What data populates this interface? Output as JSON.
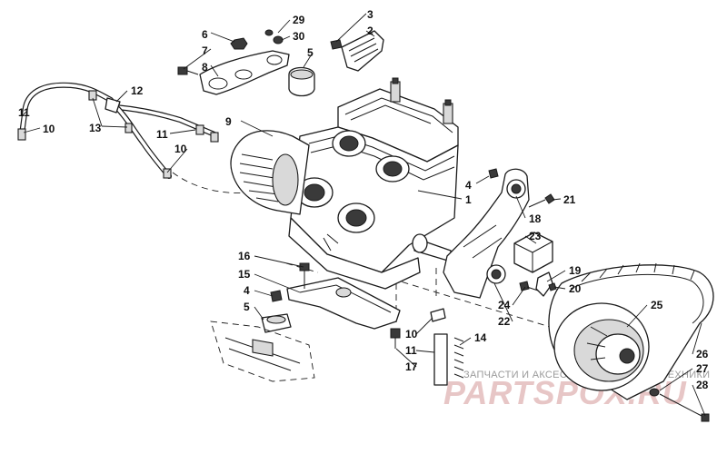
{
  "callouts": [
    {
      "id": "29",
      "label": "29"
    },
    {
      "id": "3",
      "label": "3"
    },
    {
      "id": "6",
      "label": "6"
    },
    {
      "id": "30",
      "label": "30"
    },
    {
      "id": "2",
      "label": "2"
    },
    {
      "id": "7",
      "label": "7"
    },
    {
      "id": "5a",
      "label": "5"
    },
    {
      "id": "8",
      "label": "8"
    },
    {
      "id": "12",
      "label": "12"
    },
    {
      "id": "11a",
      "label": "11"
    },
    {
      "id": "10a",
      "label": "10"
    },
    {
      "id": "13",
      "label": "13"
    },
    {
      "id": "9",
      "label": "9"
    },
    {
      "id": "11b",
      "label": "11"
    },
    {
      "id": "10b",
      "label": "10"
    },
    {
      "id": "4a",
      "label": "4"
    },
    {
      "id": "1",
      "label": "1"
    },
    {
      "id": "21",
      "label": "21"
    },
    {
      "id": "18",
      "label": "18"
    },
    {
      "id": "23",
      "label": "23"
    },
    {
      "id": "16",
      "label": "16"
    },
    {
      "id": "15",
      "label": "15"
    },
    {
      "id": "19",
      "label": "19"
    },
    {
      "id": "4b",
      "label": "4"
    },
    {
      "id": "20",
      "label": "20"
    },
    {
      "id": "24",
      "label": "24"
    },
    {
      "id": "5b",
      "label": "5"
    },
    {
      "id": "22",
      "label": "22"
    },
    {
      "id": "25",
      "label": "25"
    },
    {
      "id": "10c",
      "label": "10"
    },
    {
      "id": "14",
      "label": "14"
    },
    {
      "id": "11c",
      "label": "11"
    },
    {
      "id": "26",
      "label": "26"
    },
    {
      "id": "17",
      "label": "17"
    },
    {
      "id": "27",
      "label": "27"
    },
    {
      "id": "28",
      "label": "28"
    }
  ],
  "watermark": {
    "caption": "ЗАПЧАСТИ И АКСЕССУАРЫ ДЛЯ МОТОТЕХНИКИ",
    "logo": "PARTSPOX.RU"
  }
}
